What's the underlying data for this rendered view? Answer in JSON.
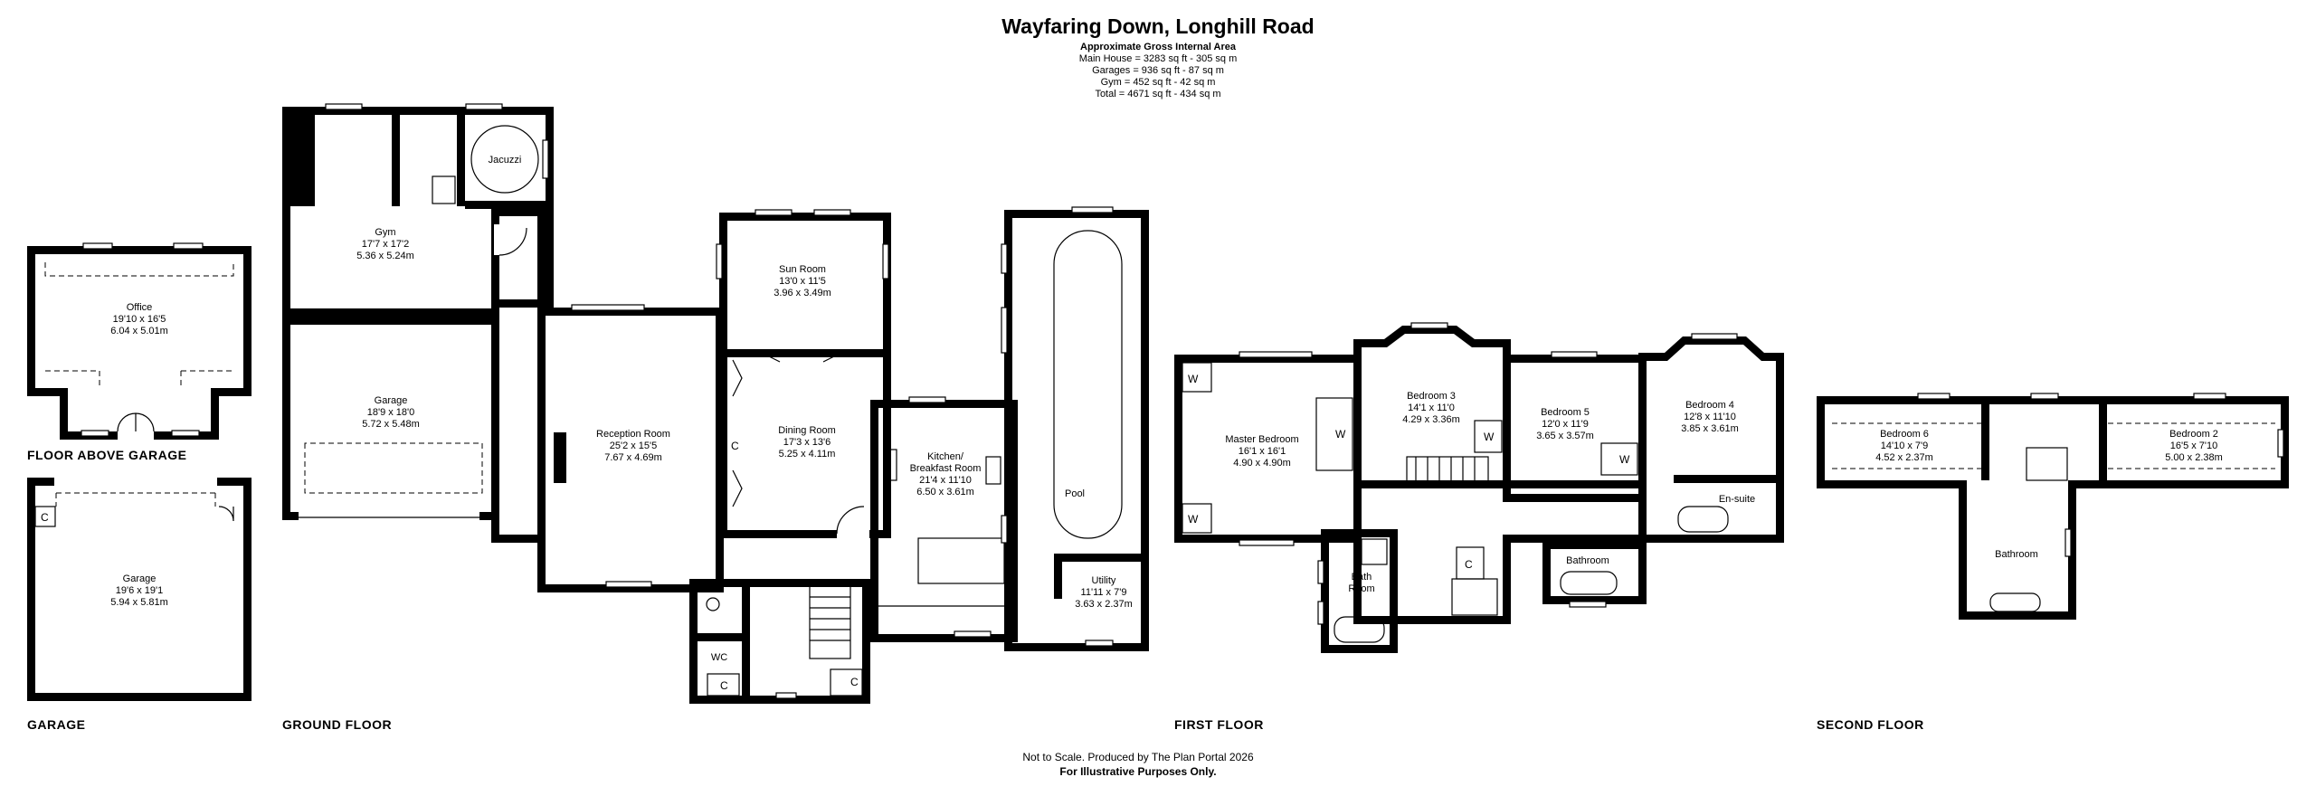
{
  "header": {
    "title": "Wayfaring Down, Longhill Road",
    "area_heading": "Approximate Gross Internal Area",
    "areas": [
      "Main House = 3283 sq ft - 305 sq m",
      "Garages = 936 sq ft - 87 sq m",
      "Gym = 452 sq ft - 42 sq m",
      "Total = 4671 sq ft - 434 sq m"
    ]
  },
  "floors": {
    "floor_above_garage": "FLOOR ABOVE GARAGE",
    "garage": "GARAGE",
    "ground": "GROUND FLOOR",
    "first": "FIRST FLOOR",
    "second": "SECOND FLOOR"
  },
  "rooms": {
    "office": {
      "name": "Office",
      "imperial": "19'10 x 16'5",
      "metric": "6.04 x 5.01m"
    },
    "garage_single": {
      "name": "Garage",
      "imperial": "19'6 x 19'1",
      "metric": "5.94 x 5.81m"
    },
    "gym": {
      "name": "Gym",
      "imperial": "17'7 x 17'2",
      "metric": "5.36 x 5.24m"
    },
    "jacuzzi": {
      "name": "Jacuzzi"
    },
    "garage_ground": {
      "name": "Garage",
      "imperial": "18'9 x 18'0",
      "metric": "5.72 x 5.48m"
    },
    "reception": {
      "name": "Reception Room",
      "imperial": "25'2 x 15'5",
      "metric": "7.67 x 4.69m"
    },
    "sun": {
      "name": "Sun Room",
      "imperial": "13'0 x 11'5",
      "metric": "3.96 x 3.49m"
    },
    "dining": {
      "name": "Dining Room",
      "imperial": "17'3 x 13'6",
      "metric": "5.25 x 4.11m"
    },
    "kitchen": {
      "name": "Kitchen/",
      "name2": "Breakfast Room",
      "imperial": "21'4 x 11'10",
      "metric": "6.50 x 3.61m"
    },
    "pool": {
      "name": "Pool"
    },
    "utility": {
      "name": "Utility",
      "imperial": "11'11 x 7'9",
      "metric": "3.63 x 2.37m"
    },
    "wc": {
      "name": "WC"
    },
    "master": {
      "name": "Master Bedroom",
      "imperial": "16'1 x 16'1",
      "metric": "4.90 x 4.90m"
    },
    "bed3": {
      "name": "Bedroom 3",
      "imperial": "14'1 x 11'0",
      "metric": "4.29 x 3.36m"
    },
    "bed5": {
      "name": "Bedroom 5",
      "imperial": "12'0 x 11'9",
      "metric": "3.65 x 3.57m"
    },
    "bed4": {
      "name": "Bedroom 4",
      "imperial": "12'8 x 11'10",
      "metric": "3.85 x 3.61m"
    },
    "ensuite": {
      "name": "En-suite"
    },
    "bathroom_first": {
      "name": "Bathroom"
    },
    "bath_room": {
      "name": "Bath",
      "name2": "Room"
    },
    "bed6": {
      "name": "Bedroom 6",
      "imperial": "14'10 x 7'9",
      "metric": "4.52 x 2.37m"
    },
    "bed2": {
      "name": "Bedroom 2",
      "imperial": "16'5 x 7'10",
      "metric": "5.00 x 2.38m"
    },
    "bathroom_second": {
      "name": "Bathroom"
    }
  },
  "marks": {
    "cupboard": "C",
    "wardrobe": "W"
  },
  "footer": {
    "line1": "Not to Scale. Produced by The Plan Portal 2026",
    "line2": "For Illustrative Purposes Only."
  }
}
